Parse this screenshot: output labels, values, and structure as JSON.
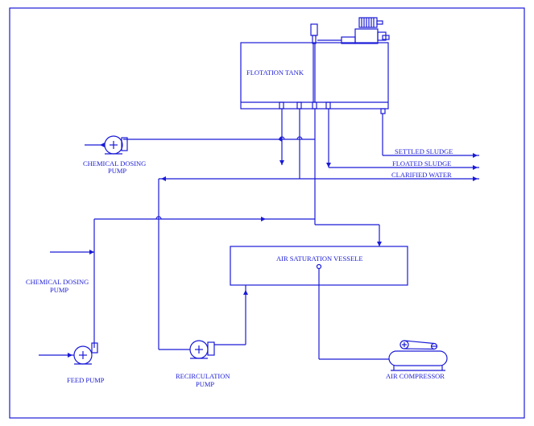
{
  "colors": {
    "line": "#1a1ad8",
    "background": "#ffffff"
  },
  "labels": {
    "flotation_tank": "FLOTATION TANK",
    "air_saturation_vessel": "AIR SATURATION VESSELE",
    "chemical_dosing_pump_top_1": "CHEMICAL DOSING",
    "chemical_dosing_pump_top_2": "PUMP",
    "chemical_dosing_pump_left_1": "CHEMICAL DOSING",
    "chemical_dosing_pump_left_2": "PUMP",
    "feed_pump": "FEED PUMP",
    "recirculation_pump_1": "RECIRCULATION",
    "recirculation_pump_2": "PUMP",
    "air_compressor": "AIR COMPRESSOR",
    "settled_sludge": "SETTLED SLUDGE",
    "floated_sludge": "FLOATED SLUDGE",
    "clarified_water": "CLARIFIED WATER"
  },
  "icons": [
    "pump-icon",
    "motor-icon",
    "compressor-icon",
    "arrow-icon"
  ]
}
